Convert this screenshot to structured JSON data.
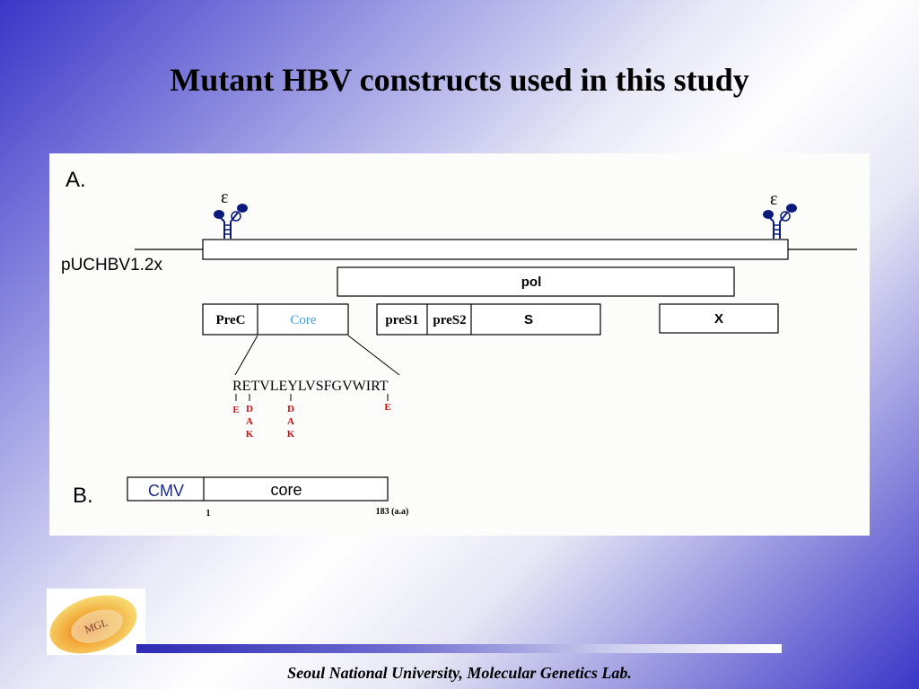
{
  "slide": {
    "title": "Mutant HBV constructs used in this study",
    "footer": "Seoul National University, Molecular Genetics Lab.",
    "logo_text": "MGL"
  },
  "panel_a": {
    "label": "A.",
    "epsilon": "ε",
    "construct_name": "pUCHBV1.2x",
    "pol": "pol",
    "prec": "PreC",
    "core": "Core",
    "pres1": "preS1",
    "pres2": "preS2",
    "s": "S",
    "x": "X",
    "sequence": "RETVLEYLVSFGVWIRT",
    "mutations": {
      "m1": "E",
      "m2": [
        "D",
        "A",
        "K"
      ],
      "m3": [
        "D",
        "A",
        "K"
      ],
      "m4": "E"
    }
  },
  "panel_b": {
    "label": "B.",
    "cmv": "CMV",
    "core": "core",
    "start": "1",
    "end": "183 (a.a)"
  },
  "colors": {
    "core_text": "#3aa0e8",
    "cmv_text": "#1a2a8a",
    "mutation_red": "#cc1111",
    "hairpin_blue": "#0a1a7a"
  }
}
